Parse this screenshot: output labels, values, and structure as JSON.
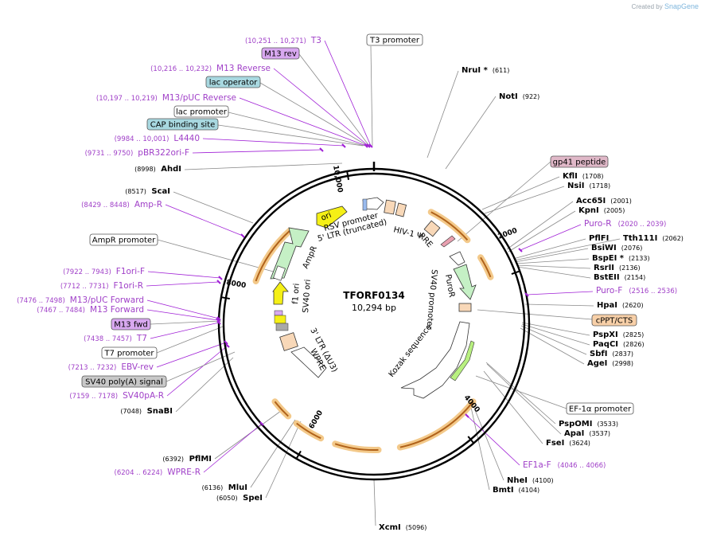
{
  "credit": {
    "prefix": "Created by",
    "brand": "SnapGene"
  },
  "plasmid": {
    "name": "TFORF0134",
    "length_label": "10,294 bp"
  },
  "colors": {
    "site_line": "#8a8a8a",
    "primer": "#a020d6",
    "primer_text": "#a040c8",
    "feature_orange": "#f3c98a",
    "feature_orange_edge": "#b0621a",
    "ori": "#f5f016",
    "ampr": "#c5f0c5",
    "puro": "#c5f0c5",
    "lac_operator": "#a8d8e0",
    "cap_site": "#a8d8e0",
    "m13_fwd": "#d8a8f0",
    "m13_rev": "#d8a8f0",
    "gp41": "#e0b8c8",
    "cppt": "#f8d0a8",
    "polyA": "#c8c8c8"
  },
  "ticks": [
    "2000",
    "4000",
    "6000",
    "8000",
    "10,000"
  ],
  "right_sites": [
    {
      "name": "NruI *",
      "pos": "(611)"
    },
    {
      "name": "NotI",
      "pos": "(922)"
    },
    {
      "name": "KflI",
      "pos": "(1708)"
    },
    {
      "name": "NsiI",
      "pos": "(1718)"
    },
    {
      "name": "Acc65I",
      "pos": "(2001)"
    },
    {
      "name": "KpnI",
      "pos": "(2005)"
    },
    {
      "name": "PflFI",
      "pos": ""
    },
    {
      "name": "Tth111I",
      "pos": "(2062)"
    },
    {
      "name": "BsiWI",
      "pos": "(2076)"
    },
    {
      "name": "BspEI *",
      "pos": "(2133)"
    },
    {
      "name": "RsrII",
      "pos": "(2136)"
    },
    {
      "name": "BstEII",
      "pos": "(2154)"
    },
    {
      "name": "HpaI",
      "pos": "(2620)"
    },
    {
      "name": "PspXI",
      "pos": "(2825)"
    },
    {
      "name": "PaqCI",
      "pos": "(2826)"
    },
    {
      "name": "SbfI",
      "pos": "(2837)"
    },
    {
      "name": "AgeI",
      "pos": "(2998)"
    },
    {
      "name": "PspOMI",
      "pos": "(3533)"
    },
    {
      "name": "ApaI",
      "pos": "(3537)"
    },
    {
      "name": "FseI",
      "pos": "(3624)"
    },
    {
      "name": "NheI",
      "pos": "(4100)"
    },
    {
      "name": "BmtI",
      "pos": "(4104)"
    },
    {
      "name": "XcmI",
      "pos": "(5096)"
    }
  ],
  "left_sites": [
    {
      "name": "AhdI",
      "pos": "(8998)"
    },
    {
      "name": "ScaI",
      "pos": "(8517)"
    },
    {
      "name": "SnaBI",
      "pos": "(7048)"
    },
    {
      "name": "PflMI",
      "pos": "(6392)"
    },
    {
      "name": "MluI",
      "pos": "(6136)"
    },
    {
      "name": "SpeI",
      "pos": "(6050)"
    }
  ],
  "primers": [
    {
      "name": "T3",
      "range": "(10,251 .. 10,271)"
    },
    {
      "name": "M13 Reverse",
      "range": "(10,216 .. 10,232)"
    },
    {
      "name": "M13/pUC Reverse",
      "range": "(10,197 .. 10,219)"
    },
    {
      "name": "L4440",
      "range": "(9984 .. 10,001)"
    },
    {
      "name": "pBR322ori-F",
      "range": "(9731 .. 9750)"
    },
    {
      "name": "Amp-R",
      "range": "(8429 .. 8448)"
    },
    {
      "name": "F1ori-F",
      "range": "(7922 .. 7943)"
    },
    {
      "name": "F1ori-R",
      "range": "(7712 .. 7731)"
    },
    {
      "name": "M13/pUC Forward",
      "range": "(7476 .. 7498)"
    },
    {
      "name": "M13 Forward",
      "range": "(7467 .. 7484)"
    },
    {
      "name": "T7",
      "range": "(7438 .. 7457)"
    },
    {
      "name": "EBV-rev",
      "range": "(7213 .. 7232)"
    },
    {
      "name": "SV40pA-R",
      "range": "(7159 .. 7178)"
    },
    {
      "name": "WPRE-R",
      "range": "(6204 .. 6224)"
    },
    {
      "name": "Puro-R",
      "range": "(2020 .. 2039)"
    },
    {
      "name": "Puro-F",
      "range": "(2516 .. 2536)"
    },
    {
      "name": "EF1a-F",
      "range": "(4046 .. 4066)"
    }
  ],
  "boxed_labels": {
    "m13_rev": "M13 rev",
    "t3_promoter": "T3 promoter",
    "lac_operator": "lac operator",
    "lac_promoter": "lac promoter",
    "cap_site": "CAP binding site",
    "ampr_promoter": "AmpR promoter",
    "m13_fwd": "M13 fwd",
    "t7_promoter": "T7 promoter",
    "sv40_polya": "SV40 poly(A) signal",
    "gp41": "gp41 peptide",
    "cppt": "cPPT/CTS",
    "ef1a_promoter": "EF-1α promoter"
  },
  "inner_labels": {
    "ori": "ori",
    "rsv": "RSV promoter",
    "ltr5": "5' LTR (truncated)",
    "hiv": "HIV-1 Ψ",
    "rre": "RRE",
    "puror": "PuroR",
    "sv40": "SV40 promoter",
    "kozak": "Kozak sequence",
    "ampr": "AmpR",
    "f1": "f1 ori",
    "sv40ori": "SV40 ori",
    "ltr3": "3' LTR (ΔU3)",
    "wpre": "WPRE"
  }
}
